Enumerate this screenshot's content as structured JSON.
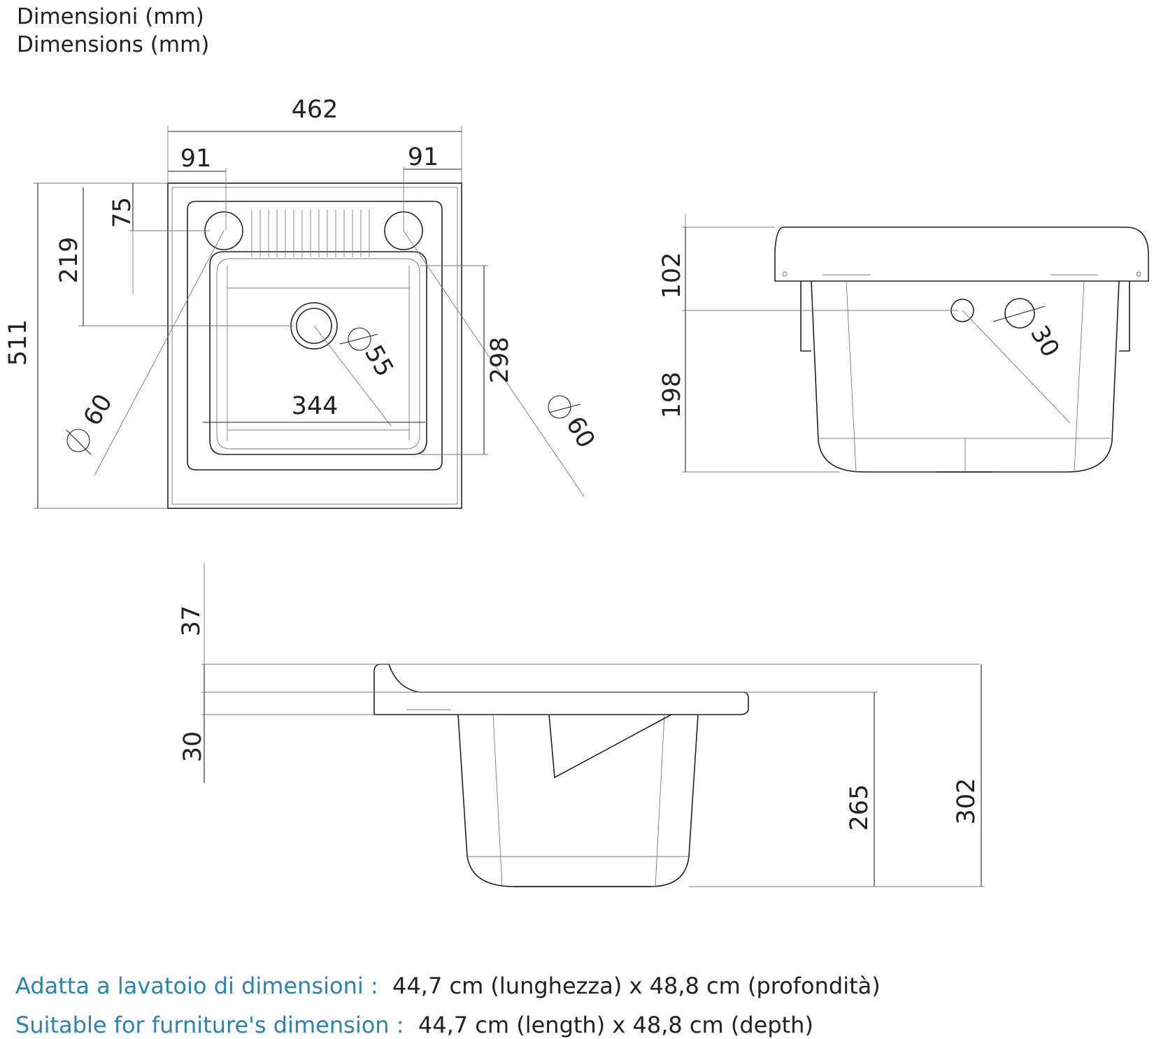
{
  "header": {
    "line1": "Dimensioni (mm)",
    "line2": "Dimensions (mm)"
  },
  "top_view": {
    "width": "462",
    "left_hole_offset": "91",
    "right_hole_offset": "91",
    "depth": "511",
    "drain_offset": "219",
    "hole_offset": "75",
    "basin_length": "298",
    "basin_width": "344",
    "drain_diameter": "55",
    "left_hole_diameter": "60",
    "right_hole_diameter": "60"
  },
  "front_view": {
    "rim_height": "102",
    "lower_height": "198",
    "overflow_diameter": "30"
  },
  "side_view": {
    "splash_height": "37",
    "rim_thickness": "30",
    "basin_depth": "265",
    "total_height": "302"
  },
  "footer": {
    "it_label": "Adatta a lavatoio di dimensioni :",
    "it_value": "44,7 cm (lunghezza) x 48,8 cm (profondità)",
    "en_label": "Suitable for furniture's dimension :",
    "en_value": "44,7 cm (length) x 48,8 cm (depth)"
  },
  "colors": {
    "label_blue": "#2a83b4",
    "text": "#222222"
  }
}
